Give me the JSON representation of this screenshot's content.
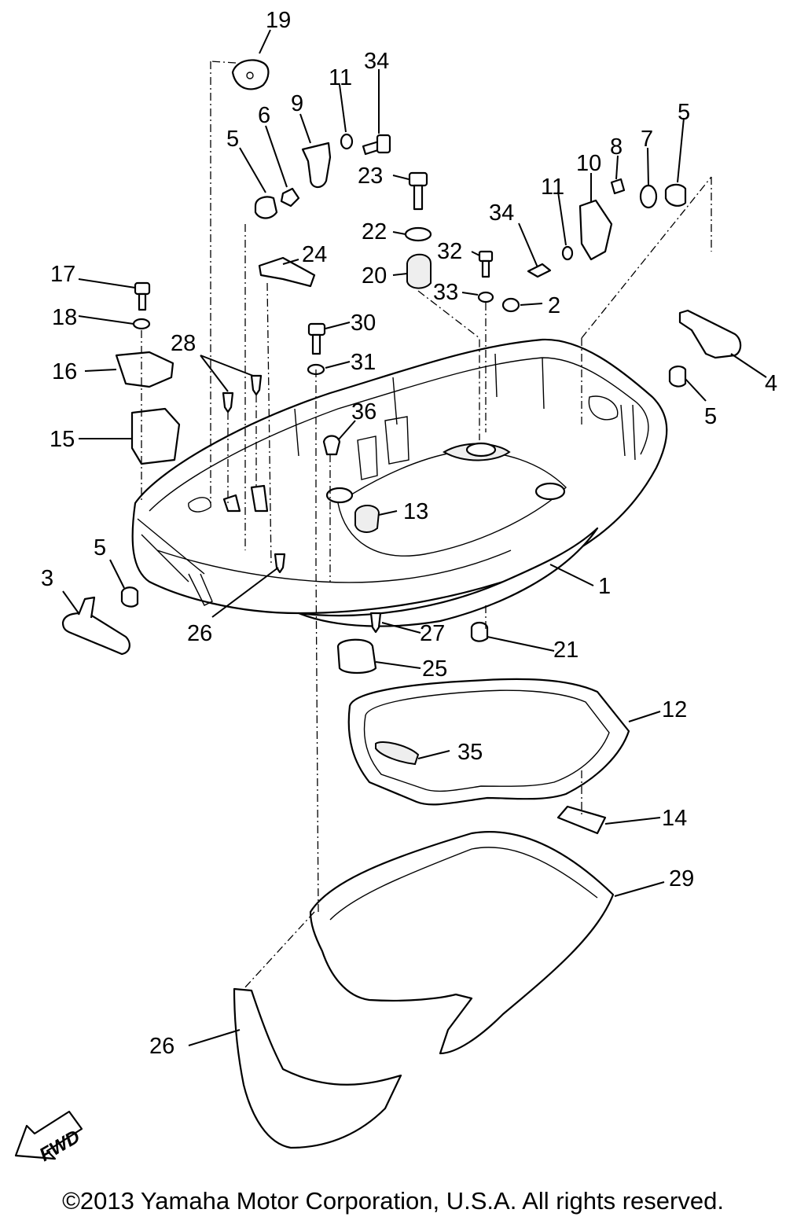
{
  "diagram": {
    "callouts": [
      {
        "id": "c1",
        "text": "1"
      },
      {
        "id": "c2",
        "text": "2"
      },
      {
        "id": "c3",
        "text": "3"
      },
      {
        "id": "c4",
        "text": "4"
      },
      {
        "id": "c5a",
        "text": "5"
      },
      {
        "id": "c5b",
        "text": "5"
      },
      {
        "id": "c5c",
        "text": "5"
      },
      {
        "id": "c5d",
        "text": "5"
      },
      {
        "id": "c6",
        "text": "6"
      },
      {
        "id": "c7",
        "text": "7"
      },
      {
        "id": "c8",
        "text": "8"
      },
      {
        "id": "c9",
        "text": "9"
      },
      {
        "id": "c10",
        "text": "10"
      },
      {
        "id": "c11a",
        "text": "11"
      },
      {
        "id": "c11b",
        "text": "11"
      },
      {
        "id": "c12",
        "text": "12"
      },
      {
        "id": "c13",
        "text": "13"
      },
      {
        "id": "c14",
        "text": "14"
      },
      {
        "id": "c15",
        "text": "15"
      },
      {
        "id": "c16",
        "text": "16"
      },
      {
        "id": "c17",
        "text": "17"
      },
      {
        "id": "c18",
        "text": "18"
      },
      {
        "id": "c19",
        "text": "19"
      },
      {
        "id": "c20",
        "text": "20"
      },
      {
        "id": "c21",
        "text": "21"
      },
      {
        "id": "c22",
        "text": "22"
      },
      {
        "id": "c23",
        "text": "23"
      },
      {
        "id": "c24",
        "text": "24"
      },
      {
        "id": "c25",
        "text": "25"
      },
      {
        "id": "c26a",
        "text": "26"
      },
      {
        "id": "c26b",
        "text": "26"
      },
      {
        "id": "c27",
        "text": "27"
      },
      {
        "id": "c28",
        "text": "28"
      },
      {
        "id": "c29",
        "text": "29"
      },
      {
        "id": "c30",
        "text": "30"
      },
      {
        "id": "c31",
        "text": "31"
      },
      {
        "id": "c32",
        "text": "32"
      },
      {
        "id": "c33",
        "text": "33"
      },
      {
        "id": "c34a",
        "text": "34"
      },
      {
        "id": "c34b",
        "text": "34"
      },
      {
        "id": "c35",
        "text": "35"
      },
      {
        "id": "c36",
        "text": "36"
      }
    ],
    "direction_label": "FWD",
    "copyright": "©2013 Yamaha Motor Corporation, U.S.A. All rights reserved."
  }
}
